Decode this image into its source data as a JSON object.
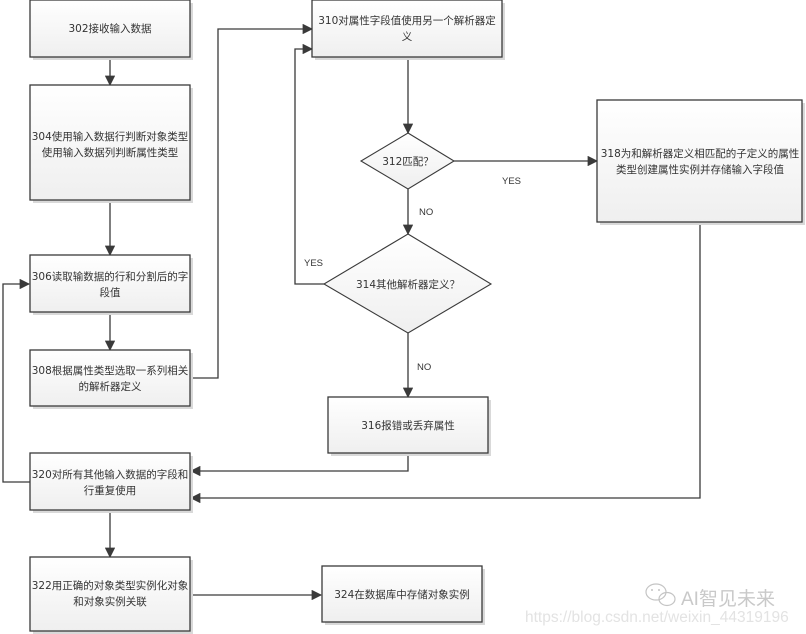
{
  "diagram": {
    "type": "flowchart",
    "nodes": [
      {
        "id": "302",
        "shape": "process",
        "lines": [
          "302接收输入数据"
        ]
      },
      {
        "id": "304",
        "shape": "process",
        "lines": [
          "304使用输入数据行判断对象类型",
          "使用输入数据列判断属性类型"
        ]
      },
      {
        "id": "306",
        "shape": "process",
        "lines": [
          "306读取输数据的行和分割后的字",
          "段值"
        ]
      },
      {
        "id": "308",
        "shape": "process",
        "lines": [
          "308根据属性类型选取一系列相关",
          "的解析器定义"
        ]
      },
      {
        "id": "310",
        "shape": "process",
        "lines": [
          "310对属性字段值使用另一个解析器定",
          "义"
        ]
      },
      {
        "id": "312",
        "shape": "decision",
        "lines": [
          "312匹配？"
        ]
      },
      {
        "id": "314",
        "shape": "decision",
        "lines": [
          "314其他解析器定义？"
        ]
      },
      {
        "id": "316",
        "shape": "process",
        "lines": [
          "316报错或丢弃属性"
        ]
      },
      {
        "id": "318",
        "shape": "process",
        "lines": [
          "318为和解析器定义相匹配的子定义的属性",
          "类型创建属性实例并存储输入字段值"
        ]
      },
      {
        "id": "320",
        "shape": "process",
        "lines": [
          "320对所有其他输入数据的字段和",
          "行重复使用"
        ]
      },
      {
        "id": "322",
        "shape": "process",
        "lines": [
          "322用正确的对象类型实例化对象",
          "和对象实例关联"
        ]
      },
      {
        "id": "324",
        "shape": "process",
        "lines": [
          "324在数据库中存储对象实例"
        ]
      }
    ],
    "edges": [
      {
        "from": "302",
        "to": "304",
        "label": ""
      },
      {
        "from": "304",
        "to": "306",
        "label": ""
      },
      {
        "from": "306",
        "to": "308",
        "label": ""
      },
      {
        "from": "308",
        "to": "310",
        "label": ""
      },
      {
        "from": "310",
        "to": "312",
        "label": ""
      },
      {
        "from": "312",
        "to": "318",
        "label": "YES"
      },
      {
        "from": "312",
        "to": "314",
        "label": "NO"
      },
      {
        "from": "314",
        "to": "310",
        "label": "YES"
      },
      {
        "from": "314",
        "to": "316",
        "label": "NO"
      },
      {
        "from": "316",
        "to": "320",
        "label": ""
      },
      {
        "from": "318",
        "to": "320",
        "label": ""
      },
      {
        "from": "320",
        "to": "306",
        "label": ""
      },
      {
        "from": "320",
        "to": "322",
        "label": ""
      },
      {
        "from": "322",
        "to": "324",
        "label": ""
      }
    ]
  },
  "labels": {
    "yes": "YES",
    "no": "NO"
  },
  "watermark": {
    "icon": "wechat-icon",
    "title": "AI智见未来",
    "url": "https://blog.csdn.net/weixin_44319196"
  },
  "colors": {
    "stroke": "#3a3a3a",
    "box_fill_top": "#ffffff",
    "box_fill_bottom": "#efefef",
    "text": "#333333"
  }
}
